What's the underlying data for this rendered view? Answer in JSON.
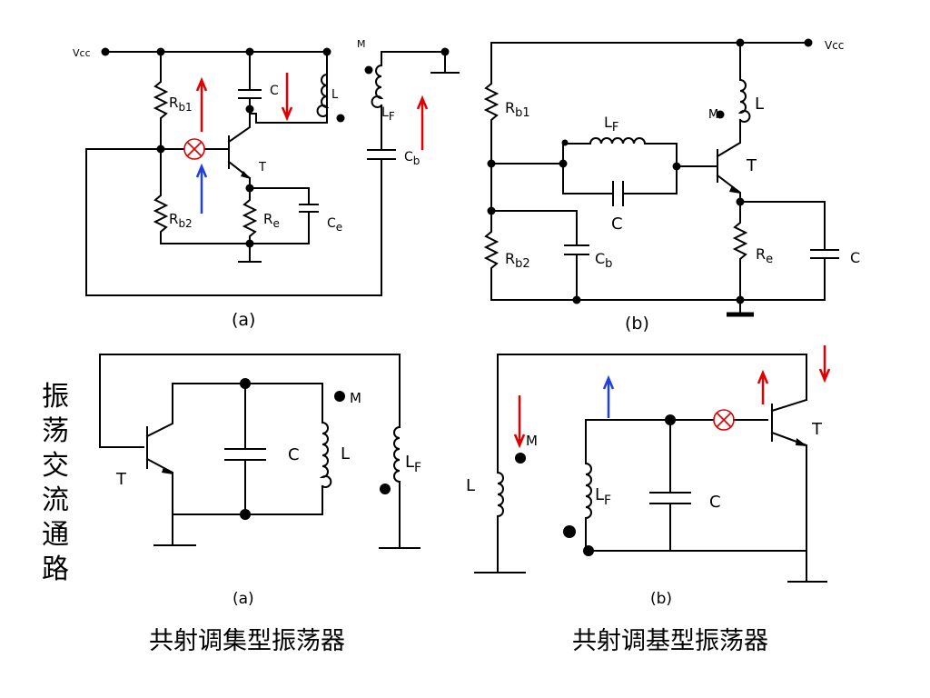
{
  "side_label": "振荡交流通路",
  "captions": {
    "common_emitter_tuned_collector": "共射调集型振荡器",
    "common_emitter_tuned_base": "共射调基型振荡器"
  },
  "sub_labels": {
    "top_a": "(a)",
    "top_b": "(b)",
    "bottom_a": "(a)",
    "bottom_b": "(b)"
  },
  "circuit_top_a": {
    "vcc": "Vcc",
    "rb1": "R",
    "rb1_sub": "b1",
    "rb2": "R",
    "rb2_sub": "b2",
    "re": "R",
    "re_sub": "e",
    "ce": "C",
    "ce_sub": "e",
    "c": "C",
    "l": "L",
    "m": "M",
    "lf": "L",
    "lf_sub": "F",
    "cb": "C",
    "cb_sub": "b",
    "t": "T"
  },
  "circuit_top_b": {
    "vcc": "Vcc",
    "rb1": "R",
    "rb1_sub": "b1",
    "rb2": "R",
    "rb2_sub": "b2",
    "lf": "L",
    "lf_sub": "F",
    "c_tank": "C",
    "cb": "C",
    "cb_sub": "b",
    "m": "M",
    "l": "L",
    "t": "T",
    "re": "R",
    "re_sub": "e",
    "c_e": "C"
  },
  "circuit_bottom_a": {
    "t": "T",
    "c": "C",
    "l": "L",
    "m": "M",
    "lf": "L",
    "lf_sub": "F"
  },
  "circuit_bottom_b": {
    "l": "L",
    "m": "M",
    "lf": "L",
    "lf_sub": "F",
    "c": "C",
    "t": "T"
  },
  "colors": {
    "wire": "#000000",
    "signal_arrow": "#e00000",
    "feedback_arrow": "#1f3fe0",
    "mixer_symbol": "#e00000"
  }
}
